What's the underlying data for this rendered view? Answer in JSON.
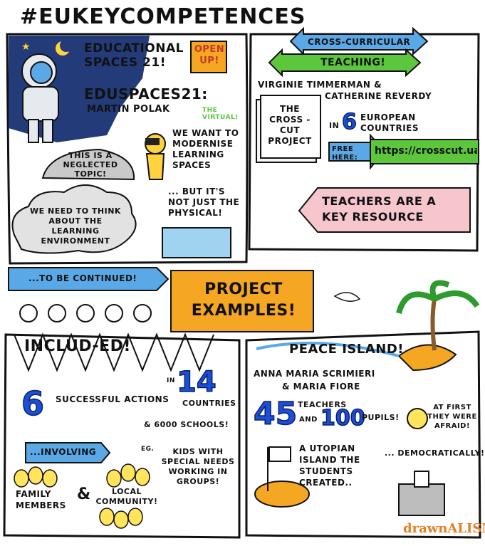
{
  "title": "#EUKEYCOMPETENCES",
  "top_left": {
    "heading": "EDUCATIONAL SPACES 21!",
    "open_up": "OPEN UP!",
    "edu": "EDUSPACES21:",
    "speaker": "MARTIN POLAK",
    "virtual": "THE VIRTUAL!",
    "modernise": "WE WANT TO MODERNISE LEARNING SPACES",
    "not_physical": "... BUT IT'S NOT JUST THE PHYSICAL!",
    "neglected": "THIS IS A NEGLECTED TOPIC!",
    "think": "WE NEED TO THINK ABOUT THE LEARNING ENVIRONMENT",
    "continued": "...TO BE CONTINUED!"
  },
  "top_right": {
    "cross1": "CROSS-CURRICULAR",
    "cross2": "TEACHING!",
    "speakers1": "VIRGINIE TIMMERMAN &",
    "speakers2": "CATHERINE REVERDY",
    "book": "THE CROSS -CUT PROJECT",
    "in": "IN",
    "six": "6",
    "countries": "EUROPEAN COUNTRIES",
    "free": "FREE HERE:",
    "url": "https://crosscut.uab.",
    "teachers": "TEACHERS ARE A KEY RESOURCE"
  },
  "center": {
    "project": "PROJECT EXAMPLES!"
  },
  "bottom_left": {
    "includ": "INCLUD-ED!",
    "six": "6",
    "successful": "SUCCESSFUL ACTIONS",
    "in": "IN",
    "fourteen": "14",
    "countries": "COUNTRIES",
    "schools": "& 6000 SCHOOLS!",
    "involving": "...INVOLVING",
    "eg": "EG.",
    "kids": "KIDS WITH SPECIAL NEEDS WORKING IN GROUPS!",
    "family": "FAMILY MEMBERS",
    "amp": "&",
    "local": "LOCAL COMMUNITY!"
  },
  "bottom_right": {
    "peace": "PEACE ISLAND!",
    "speakers1": "ANNA MARIA SCRIMIERI",
    "speakers2": "& MARIA FIORE",
    "n45": "45",
    "teachers": "TEACHERS",
    "and": "AND",
    "n100": "100",
    "pupils": "PUPILS!",
    "afraid": "AT FIRST THEY WERE AFRAID!",
    "utopian": "A UTOPIAN ISLAND THE STUDENTS CREATED..",
    "democratically": "... DEMOCRATICALLY!",
    "brand": "drawnALISM"
  }
}
